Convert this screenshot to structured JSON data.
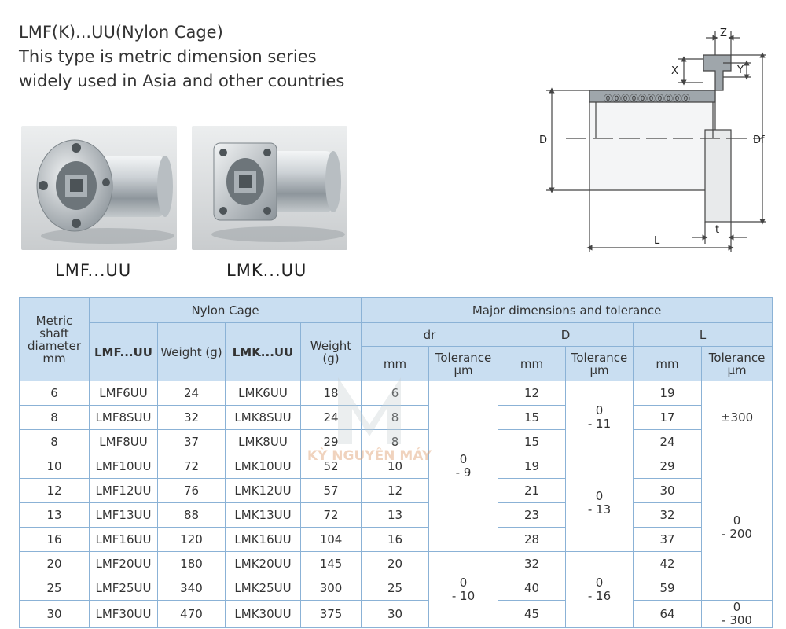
{
  "intro": {
    "title": "LMF(K)...UU(Nylon Cage)",
    "line2": "This type is metric dimension series",
    "line3": "widely used in Asia and other countries"
  },
  "photos": {
    "lmf_caption": "LMF...UU",
    "lmk_caption": "LMK...UU"
  },
  "drawing": {
    "labels": {
      "z": "Z",
      "x": "X",
      "y": "Y",
      "d": "D",
      "df": "Df",
      "l": "L",
      "t": "t"
    },
    "balls": "⓪⓪⓪⓪⓪⓪⓪⓪⓪⓪"
  },
  "watermark": {
    "text": "KỲ NGUYÊN MÁY"
  },
  "table": {
    "headers": {
      "metric_shaft": "Metric shaft diameter mm",
      "nylon_cage": "Nylon Cage",
      "major_dims": "Major dimensions and tolerance",
      "lmf": "LMF...UU",
      "weight_lmf": "Weight (g)",
      "lmk": "LMK...UU",
      "weight_lmk": "Weight (g)",
      "dr": "dr",
      "D": "D",
      "L": "L",
      "mm_dr": "mm",
      "tol_dr": "Tolerance µm",
      "mm_D": "mm",
      "tol_D": "Tolerance µm",
      "mm_L": "mm",
      "tol_L": "Tolerance µm"
    },
    "rows": [
      [
        "6",
        "LMF6UU",
        "24",
        "LMK6UU",
        "18",
        "6",
        "12",
        "19"
      ],
      [
        "8",
        "LMF8SUU",
        "32",
        "LMK8SUU",
        "24",
        "8",
        "15",
        "17"
      ],
      [
        "8",
        "LMF8UU",
        "37",
        "LMK8UU",
        "29",
        "8",
        "15",
        "24"
      ],
      [
        "10",
        "LMF10UU",
        "72",
        "LMK10UU",
        "52",
        "10",
        "19",
        "29"
      ],
      [
        "12",
        "LMF12UU",
        "76",
        "LMK12UU",
        "57",
        "12",
        "21",
        "30"
      ],
      [
        "13",
        "LMF13UU",
        "88",
        "LMK13UU",
        "72",
        "13",
        "23",
        "32"
      ],
      [
        "16",
        "LMF16UU",
        "120",
        "LMK16UU",
        "104",
        "16",
        "28",
        "37"
      ],
      [
        "20",
        "LMF20UU",
        "180",
        "LMK20UU",
        "145",
        "20",
        "32",
        "42"
      ],
      [
        "25",
        "LMF25UU",
        "340",
        "LMK25UU",
        "300",
        "25",
        "40",
        "59"
      ],
      [
        "30",
        "LMF30UU",
        "470",
        "LMK30UU",
        "375",
        "30",
        "45",
        "64"
      ]
    ],
    "tolerances": {
      "dr_1": {
        "upper": "0",
        "lower": "- 9"
      },
      "dr_2": {
        "upper": "0",
        "lower": "- 10"
      },
      "D_1": {
        "upper": "0",
        "lower": "- 11"
      },
      "D_2": {
        "upper": "0",
        "lower": "- 13"
      },
      "D_3": {
        "upper": "0",
        "lower": "- 16"
      },
      "L_1": "±300",
      "L_2": {
        "upper": "0",
        "lower": "- 200"
      },
      "L_3": {
        "upper": "0",
        "lower": "- 300"
      }
    }
  }
}
